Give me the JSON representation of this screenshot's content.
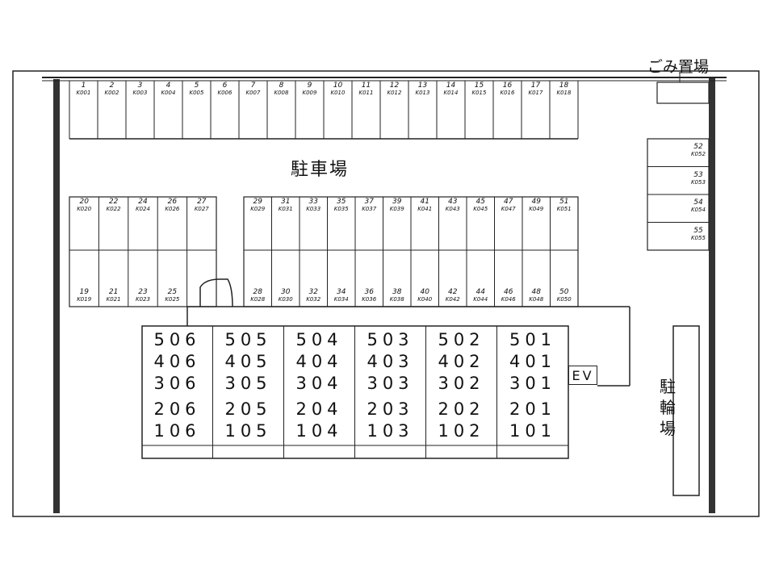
{
  "labels": {
    "parking_lot": "駐車場",
    "garbage": "ごみ置場",
    "bicycle": [
      "駐",
      "輪",
      "場"
    ],
    "ev": "EV"
  },
  "parking": {
    "top_row": [
      {
        "n": "1",
        "code": "K001"
      },
      {
        "n": "2",
        "code": "K002"
      },
      {
        "n": "3",
        "code": "K003"
      },
      {
        "n": "4",
        "code": "K004"
      },
      {
        "n": "5",
        "code": "K005"
      },
      {
        "n": "6",
        "code": "K006"
      },
      {
        "n": "7",
        "code": "K007"
      },
      {
        "n": "8",
        "code": "K008"
      },
      {
        "n": "9",
        "code": "K009"
      },
      {
        "n": "10",
        "code": "K010"
      },
      {
        "n": "11",
        "code": "K011"
      },
      {
        "n": "12",
        "code": "K012"
      },
      {
        "n": "13",
        "code": "K013"
      },
      {
        "n": "14",
        "code": "K014"
      },
      {
        "n": "15",
        "code": "K015"
      },
      {
        "n": "16",
        "code": "K016"
      },
      {
        "n": "17",
        "code": "K017"
      },
      {
        "n": "18",
        "code": "K018"
      }
    ],
    "middle_left_top": [
      {
        "n": "20",
        "code": "K020"
      },
      {
        "n": "22",
        "code": "K022"
      },
      {
        "n": "24",
        "code": "K024"
      },
      {
        "n": "26",
        "code": "K026"
      },
      {
        "n": "27",
        "code": "K027"
      }
    ],
    "middle_left_bottom": [
      {
        "n": "19",
        "code": "K019"
      },
      {
        "n": "21",
        "code": "K021"
      },
      {
        "n": "23",
        "code": "K023"
      },
      {
        "n": "25",
        "code": "K025"
      }
    ],
    "middle_right_top": [
      {
        "n": "29",
        "code": "K029"
      },
      {
        "n": "31",
        "code": "K031"
      },
      {
        "n": "33",
        "code": "K033"
      },
      {
        "n": "35",
        "code": "K035"
      },
      {
        "n": "37",
        "code": "K037"
      },
      {
        "n": "39",
        "code": "K039"
      },
      {
        "n": "41",
        "code": "K041"
      },
      {
        "n": "43",
        "code": "K043"
      },
      {
        "n": "45",
        "code": "K045"
      },
      {
        "n": "47",
        "code": "K047"
      },
      {
        "n": "49",
        "code": "K049"
      },
      {
        "n": "51",
        "code": "K051"
      }
    ],
    "middle_right_bottom": [
      {
        "n": "28",
        "code": "K028"
      },
      {
        "n": "30",
        "code": "K030"
      },
      {
        "n": "32",
        "code": "K032"
      },
      {
        "n": "34",
        "code": "K034"
      },
      {
        "n": "36",
        "code": "K036"
      },
      {
        "n": "38",
        "code": "K038"
      },
      {
        "n": "40",
        "code": "K040"
      },
      {
        "n": "42",
        "code": "K042"
      },
      {
        "n": "44",
        "code": "K044"
      },
      {
        "n": "46",
        "code": "K046"
      },
      {
        "n": "48",
        "code": "K048"
      },
      {
        "n": "50",
        "code": "K050"
      }
    ],
    "side_right": [
      {
        "n": "52",
        "code": "K052"
      },
      {
        "n": "53",
        "code": "K053"
      },
      {
        "n": "54",
        "code": "K054"
      },
      {
        "n": "55",
        "code": "K055"
      }
    ]
  },
  "units": [
    [
      "506",
      "406",
      "306",
      "206",
      "106"
    ],
    [
      "505",
      "405",
      "305",
      "205",
      "105"
    ],
    [
      "504",
      "404",
      "304",
      "204",
      "104"
    ],
    [
      "503",
      "403",
      "303",
      "203",
      "103"
    ],
    [
      "502",
      "402",
      "302",
      "202",
      "102"
    ],
    [
      "501",
      "401",
      "301",
      "201",
      "101"
    ]
  ]
}
